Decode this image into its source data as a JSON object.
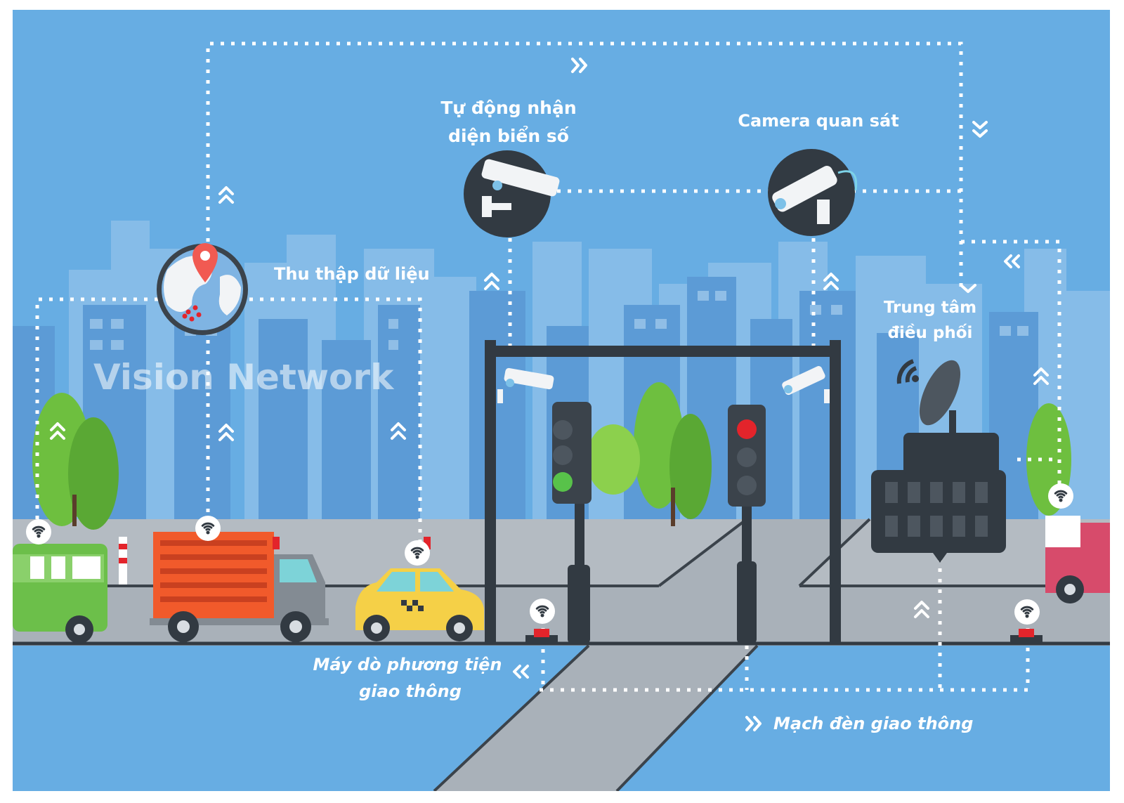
{
  "watermark": "Vision Network",
  "labels": {
    "data_collection": "Thu thập dữ liệu",
    "plate_recognition_line1": "Tự động nhận",
    "plate_recognition_line2": "diện biển số",
    "surveillance_camera": "Camera quan sát",
    "control_center_line1": "Trung tâm",
    "control_center_line2": "điều phối",
    "vehicle_detector_line1": "Máy dò phương tiện",
    "vehicle_detector_line2": "giao thông",
    "traffic_light_circuit": "Mạch đèn giao thông"
  },
  "colors": {
    "sky": "#67ade3",
    "buildings_far": "#8fc1ea",
    "buildings_mid": "#5a9ad6",
    "road": "#a9b1b9",
    "dark": "#323a42",
    "tree": "#6ebf3f",
    "truck_orange": "#f15a2b",
    "taxi_yellow": "#f5d047",
    "bus_green": "#6cbf4a",
    "red_light": "#e3242b",
    "green_light": "#58c24a"
  },
  "icons": [
    "map-pin-globe-icon",
    "cctv-camera-icon",
    "satellite-dish-icon",
    "wifi-signal-icon",
    "traffic-light-icon"
  ]
}
